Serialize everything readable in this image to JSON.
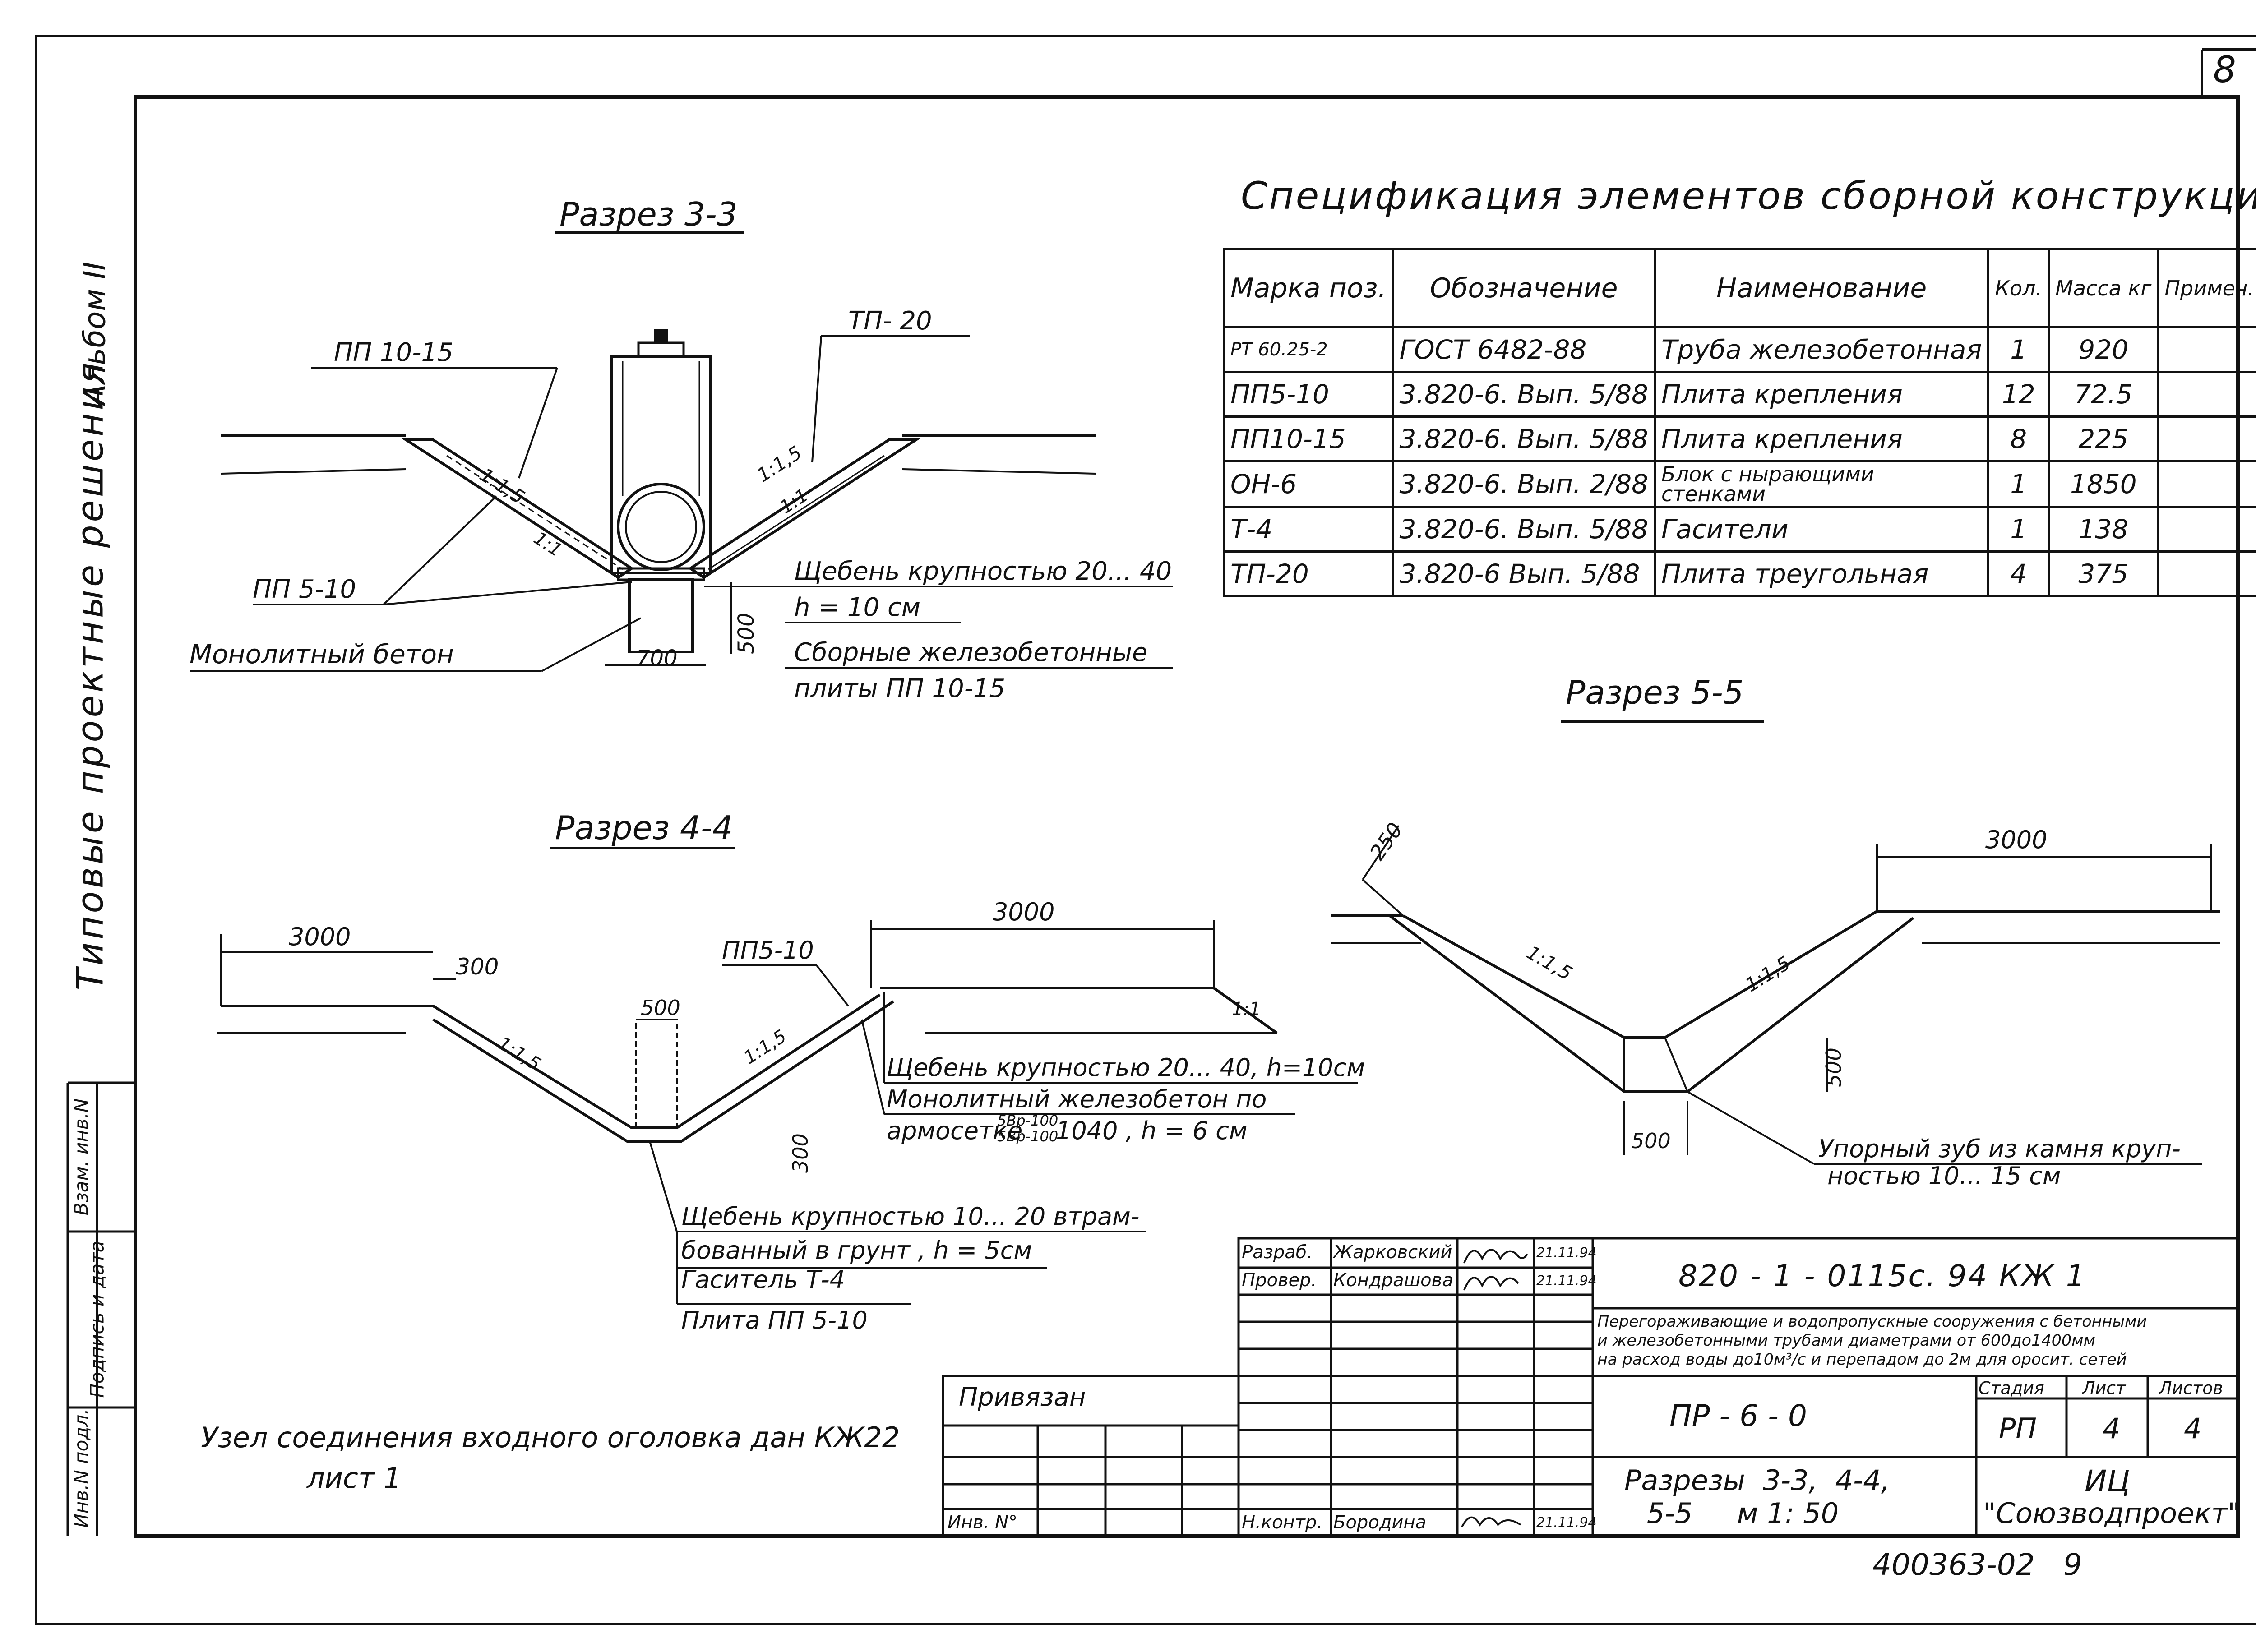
{
  "sheet_number": "8",
  "side_labels": {
    "album": "Альбом II",
    "series": "Типовые проектные решения",
    "inv": "Инв.N подл.",
    "sign_date": "Подпись и дата",
    "vzam": "Взам. инв.N"
  },
  "spec": {
    "title": "Спецификация элементов сборной конструкции",
    "headers": [
      "Марка поз.",
      "Обозначение",
      "Наименование",
      "Кол.",
      "Масса кг",
      "Примеч."
    ],
    "rows": [
      {
        "mark": "РТ 60.25-2",
        "designation": "ГОСТ 6482-88",
        "name": "Труба железобетонная",
        "qty": "1",
        "mass": "920",
        "note": ""
      },
      {
        "mark": "ПП5-10",
        "designation": "3.820-6. Вып. 5/88",
        "name": "Плита крепления",
        "qty": "12",
        "mass": "72.5",
        "note": ""
      },
      {
        "mark": "ПП10-15",
        "designation": "3.820-6. Вып. 5/88",
        "name": "Плита крепления",
        "qty": "8",
        "mass": "225",
        "note": ""
      },
      {
        "mark": "ОН-6",
        "designation": "3.820-6. Вып. 2/88",
        "name": "Блок с нырающими стенками",
        "qty": "1",
        "mass": "1850",
        "note": ""
      },
      {
        "mark": "Т-4",
        "designation": "3.820-6. Вып. 5/88",
        "name": "Гасители",
        "qty": "1",
        "mass": "138",
        "note": ""
      },
      {
        "mark": "ТП-20",
        "designation": "3.820-6 Вып. 5/88",
        "name": "Плита треугольная",
        "qty": "4",
        "mass": "375",
        "note": ""
      }
    ]
  },
  "section33": {
    "title": "Разрез 3-3",
    "labels": [
      "ПП 10-15",
      "ТП- 20",
      "ПП 5-10",
      "Монолитный бетон",
      "Щебень крупностью 20... 40",
      "h = 10 см",
      "Сборные железобетонные",
      "плиты ПП 10-15",
      "700",
      "500",
      "1:1,5",
      "1:1,5",
      "1:1",
      "1:1"
    ]
  },
  "section44": {
    "title": "Разрез 4-4",
    "labels": [
      "3000",
      "300",
      "500",
      "ПП5-10",
      "3000",
      "1:1,5",
      "1:1,5",
      "1:1",
      "300",
      "Щебень крупностью 20... 40, h=10см",
      "Монолитный железобетон по",
      "армосетке",
      "5Вр-100",
      "5Вр-100",
      "1040 , h = 6 см",
      "Щебень крупностью 10... 20 втрам-",
      "бованный в грунт , h = 5см",
      "Гаситель Т-4",
      "Плита ПП 5-10"
    ]
  },
  "section55": {
    "title": "Разрез 5-5",
    "labels": [
      "250",
      "3000",
      "1:1,5",
      "1:1,5",
      "500",
      "500",
      "Упорный зуб из камня круп-",
      "ностью 10... 15 см"
    ]
  },
  "note": {
    "line1": "Узел соединения входного оголовка дан КЖ22",
    "line2": "лист 1"
  },
  "stamp": {
    "code": "820 - 1 - 0115с. 94   КЖ 1",
    "description": [
      "Перегораживающие и водопропускные сооружения с бетонными",
      "и железобетонными трубами диаметрами от 600до1400мм",
      "на расход воды до10м³/с и перепадом до 2м для оросит. сетей"
    ],
    "project": "ПР - 6 - 0",
    "sheet_title_1": "Разрезы  3-3,  4-4,",
    "sheet_title_2": "5-5     м 1: 50",
    "stage_h": "Стадия",
    "sheet_h": "Лист",
    "sheets_h": "Листов",
    "stage": "РП",
    "sheet": "4",
    "sheets": "4",
    "org_1": "ИЦ",
    "org_2": "\"Союзводпроект\"",
    "privyazan": "Привязан",
    "inv_no": "Инв. N°",
    "roles": [
      {
        "role": "Разраб.",
        "name": "Жарковский",
        "date": "21.11.94"
      },
      {
        "role": "Провер.",
        "name": "Кондрашова",
        "date": "21.11.94"
      },
      {
        "role": "Н.контр.",
        "name": "Бородина",
        "date": "21.11.94"
      }
    ],
    "archive_no": "400363-02   9"
  }
}
